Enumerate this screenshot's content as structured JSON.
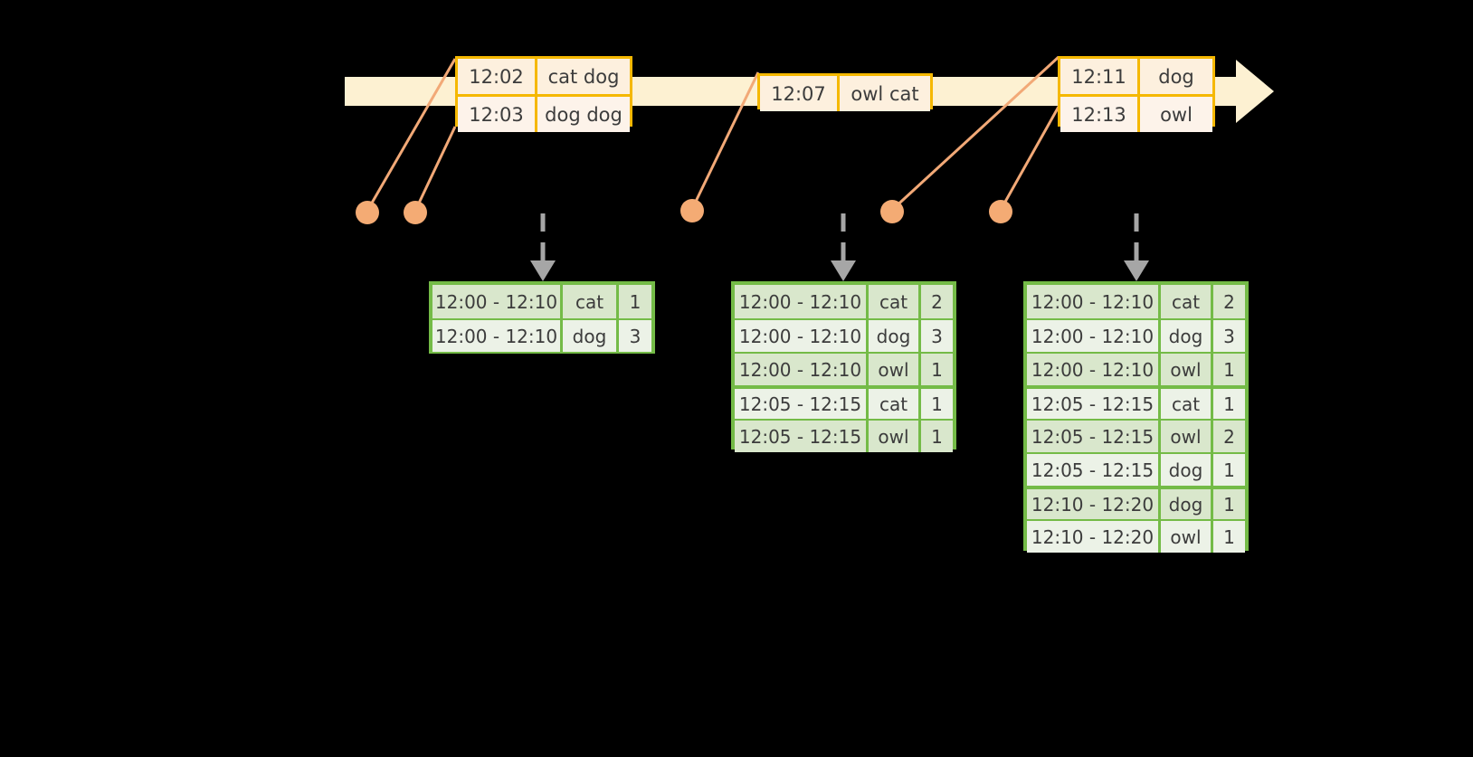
{
  "diagram": {
    "title": "sliding-window-aggregation-timeline",
    "colors": {
      "stream_fill": "#fdf1d2",
      "event_border": "#f5b800",
      "event_fill_dark": "#fbe0c4",
      "event_fill_light": "#fdf3ea",
      "connector": "#f2a977",
      "dot": "#f4ab74",
      "table_border": "#74bb47",
      "table_row_dark": "#d9e7cc",
      "table_row_light": "#ecf2e7",
      "arrow_gray": "#a6a6a6",
      "background": "#000000"
    },
    "stream": {
      "name": "event-stream-arrow",
      "direction": "right"
    }
  },
  "events": [
    {
      "name": "event-group-1",
      "rows": [
        {
          "time": "12:02",
          "value": "cat dog"
        },
        {
          "time": "12:03",
          "value": "dog dog"
        }
      ]
    },
    {
      "name": "event-group-2",
      "rows": [
        {
          "time": "12:07",
          "value": "owl cat"
        }
      ]
    },
    {
      "name": "event-group-3",
      "rows": [
        {
          "time": "12:11",
          "value": "dog"
        },
        {
          "time": "12:13",
          "value": "owl"
        }
      ]
    }
  ],
  "dots": [
    {
      "name": "event-dot-1"
    },
    {
      "name": "event-dot-2"
    },
    {
      "name": "event-dot-3"
    },
    {
      "name": "event-dot-4"
    },
    {
      "name": "event-dot-5"
    }
  ],
  "results": [
    {
      "name": "result-table-1",
      "rows": [
        {
          "window": "12:00 - 12:10",
          "key": "cat",
          "count": "1",
          "group": 0
        },
        {
          "window": "12:00 - 12:10",
          "key": "dog",
          "count": "3",
          "group": 0
        }
      ]
    },
    {
      "name": "result-table-2",
      "rows": [
        {
          "window": "12:00 - 12:10",
          "key": "cat",
          "count": "2",
          "group": 0
        },
        {
          "window": "12:00 - 12:10",
          "key": "dog",
          "count": "3",
          "group": 0
        },
        {
          "window": "12:00 - 12:10",
          "key": "owl",
          "count": "1",
          "group": 0
        },
        {
          "window": "12:05 - 12:15",
          "key": "cat",
          "count": "1",
          "group": 1
        },
        {
          "window": "12:05 - 12:15",
          "key": "owl",
          "count": "1",
          "group": 1
        }
      ]
    },
    {
      "name": "result-table-3",
      "rows": [
        {
          "window": "12:00 - 12:10",
          "key": "cat",
          "count": "2",
          "group": 0
        },
        {
          "window": "12:00 - 12:10",
          "key": "dog",
          "count": "3",
          "group": 0
        },
        {
          "window": "12:00 - 12:10",
          "key": "owl",
          "count": "1",
          "group": 0
        },
        {
          "window": "12:05 - 12:15",
          "key": "cat",
          "count": "1",
          "group": 1
        },
        {
          "window": "12:05 - 12:15",
          "key": "owl",
          "count": "2",
          "group": 1
        },
        {
          "window": "12:05 - 12:15",
          "key": "dog",
          "count": "1",
          "group": 1
        },
        {
          "window": "12:10 - 12:20",
          "key": "dog",
          "count": "1",
          "group": 2
        },
        {
          "window": "12:10 - 12:20",
          "key": "owl",
          "count": "1",
          "group": 2
        }
      ]
    }
  ]
}
